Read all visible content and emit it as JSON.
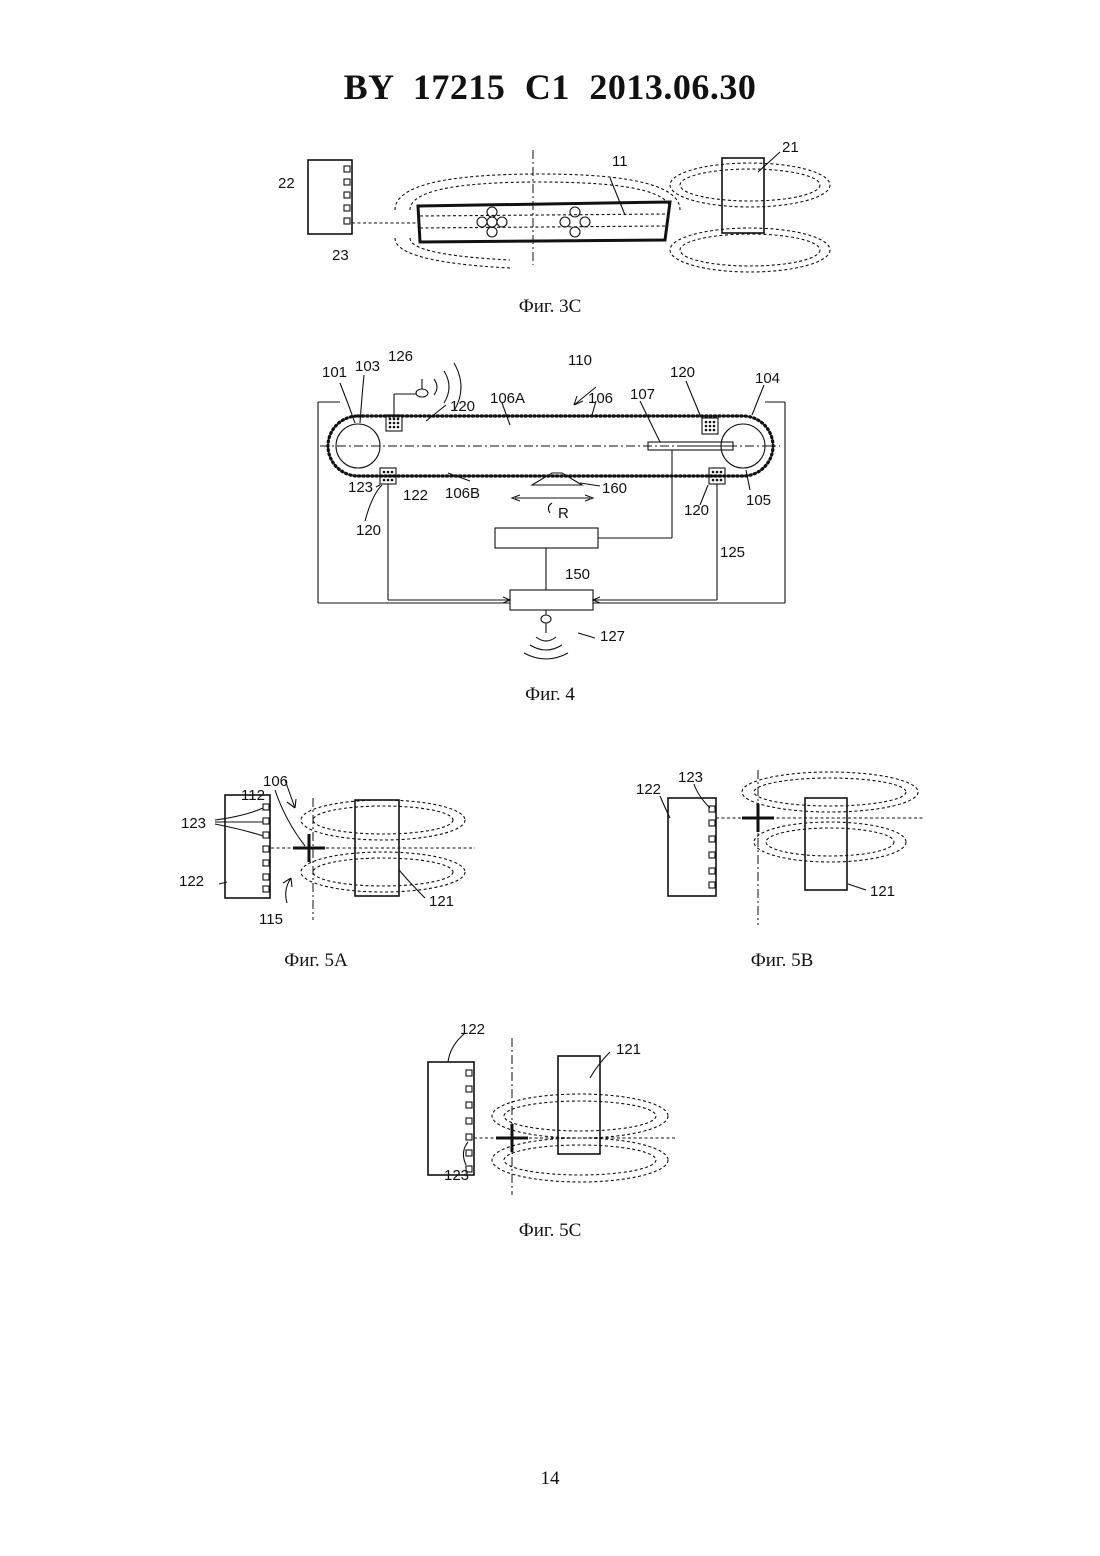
{
  "header": {
    "title": "BY  17215  C1  2013.06.30"
  },
  "figures": {
    "fig3c": {
      "caption": "Фиг. 3C",
      "labels": {
        "l22": "22",
        "l23": "23",
        "l11": "11",
        "l21": "21"
      }
    },
    "fig4": {
      "caption": "Фиг. 4",
      "labels": {
        "l101": "101",
        "l103": "103",
        "l126": "126",
        "l110": "110",
        "l120a": "120",
        "l106a": "106A",
        "l106": "106",
        "l107": "107",
        "l120b": "120",
        "l104": "104",
        "l123": "123",
        "l122": "122",
        "l106b": "106B",
        "l160": "160",
        "lR": "R",
        "l120c": "120",
        "l120d": "120",
        "l105": "105",
        "l125": "125",
        "l150": "150",
        "l127": "127"
      }
    },
    "fig5a": {
      "caption": "Фиг. 5A",
      "labels": {
        "l106": "106",
        "l112": "112",
        "l123": "123",
        "l122": "122",
        "l115": "115",
        "l121": "121"
      }
    },
    "fig5b": {
      "caption": "Фиг. 5B",
      "labels": {
        "l123": "123",
        "l122": "122",
        "l121": "121"
      }
    },
    "fig5c": {
      "caption": "Фиг. 5C",
      "labels": {
        "l122": "122",
        "l121": "121",
        "l123": "123"
      }
    }
  },
  "page": {
    "number": "14"
  }
}
